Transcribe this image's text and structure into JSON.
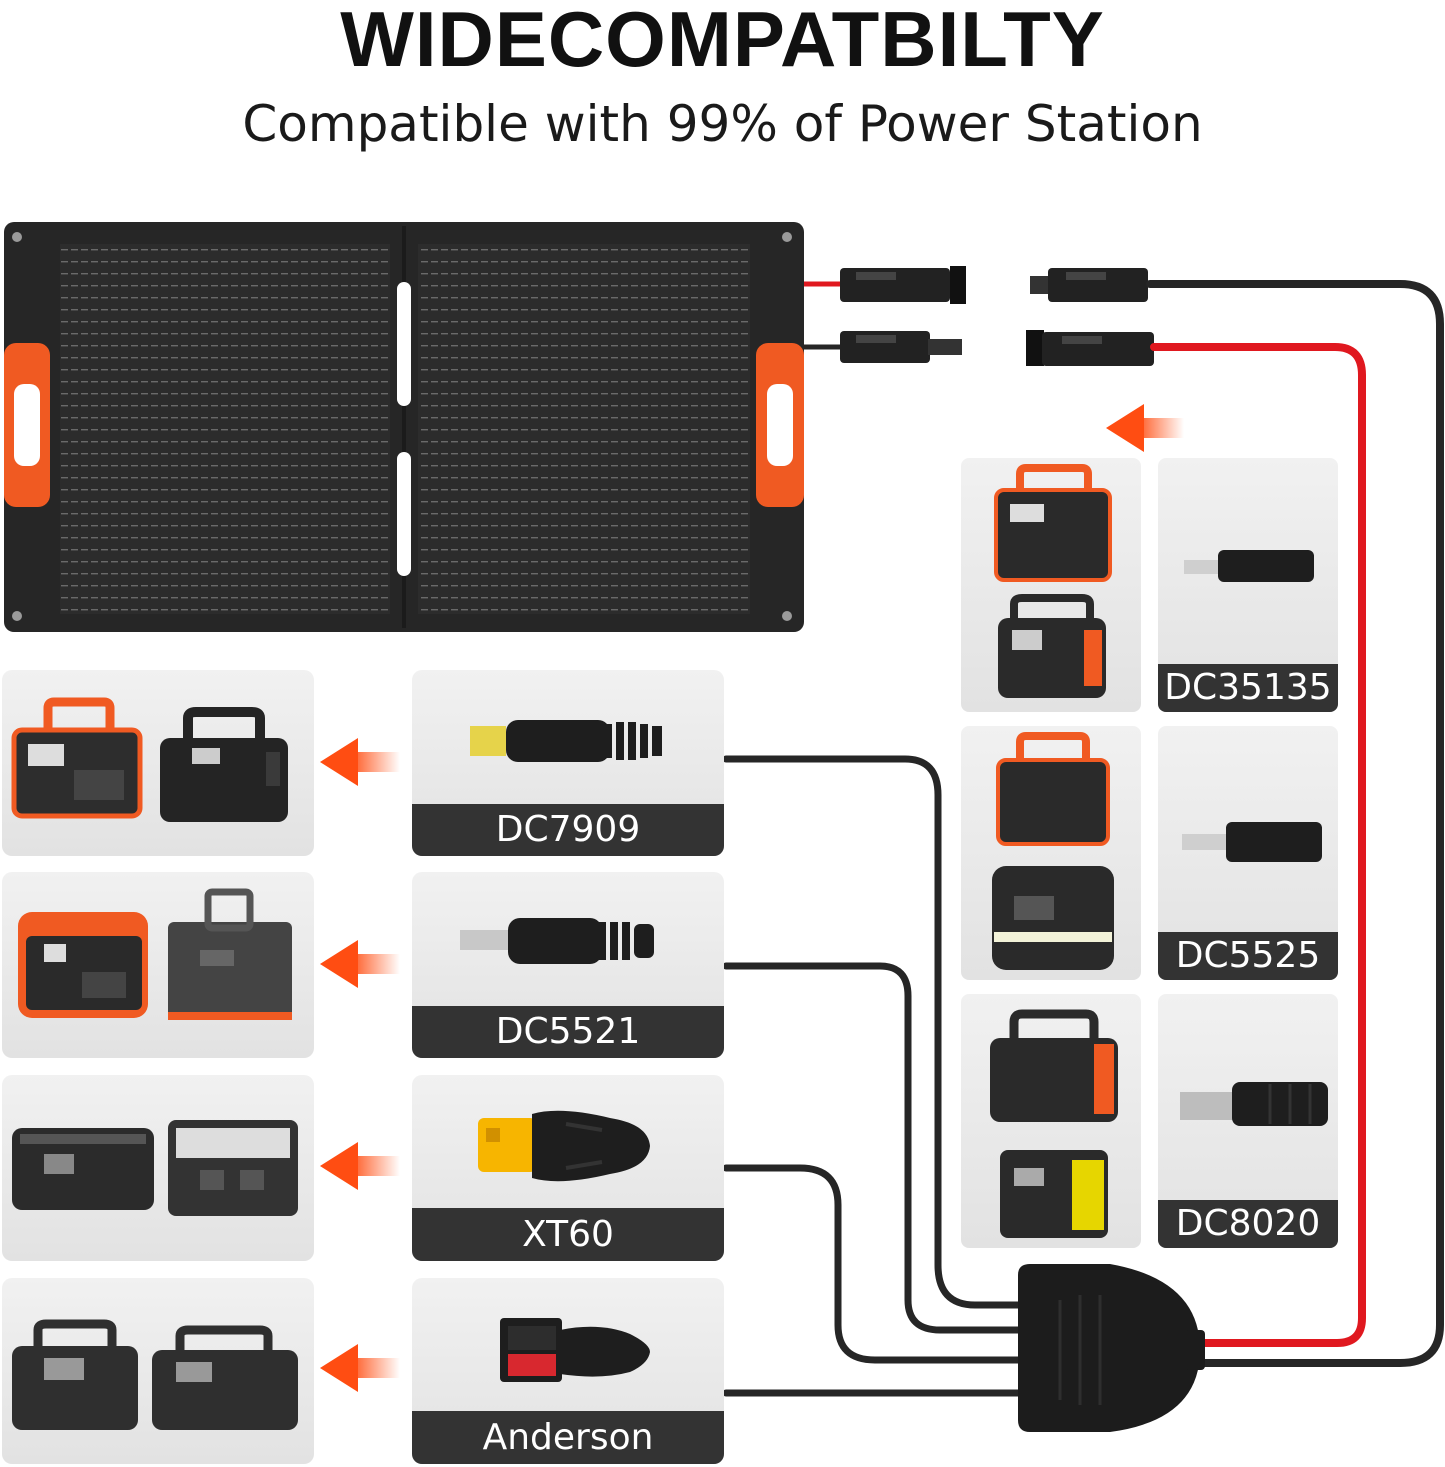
{
  "header": {
    "title": "WIDECOMPATBILTY",
    "subtitle": "Compatible with 99% of Power Station"
  },
  "connectors_left": [
    {
      "label": "DC7909",
      "icon": "dc7909-plug-icon"
    },
    {
      "label": "DC5521",
      "icon": "dc5521-plug-icon"
    },
    {
      "label": "XT60",
      "icon": "xt60-plug-icon"
    },
    {
      "label": "Anderson",
      "icon": "anderson-plug-icon"
    }
  ],
  "connectors_right": [
    {
      "label": "DC35135",
      "icon": "dc35135-plug-icon"
    },
    {
      "label": "DC5525",
      "icon": "dc5525-plug-icon"
    },
    {
      "label": "DC8020",
      "icon": "dc8020-plug-icon"
    }
  ],
  "colors": {
    "panel": "#2a2a2a",
    "handle": "#f05a22",
    "cable_black": "#262626",
    "cable_red": "#e0181f",
    "arrow": "#ff4d12",
    "tile_bg": "#e9e9e9",
    "label_bg": "#333333"
  }
}
